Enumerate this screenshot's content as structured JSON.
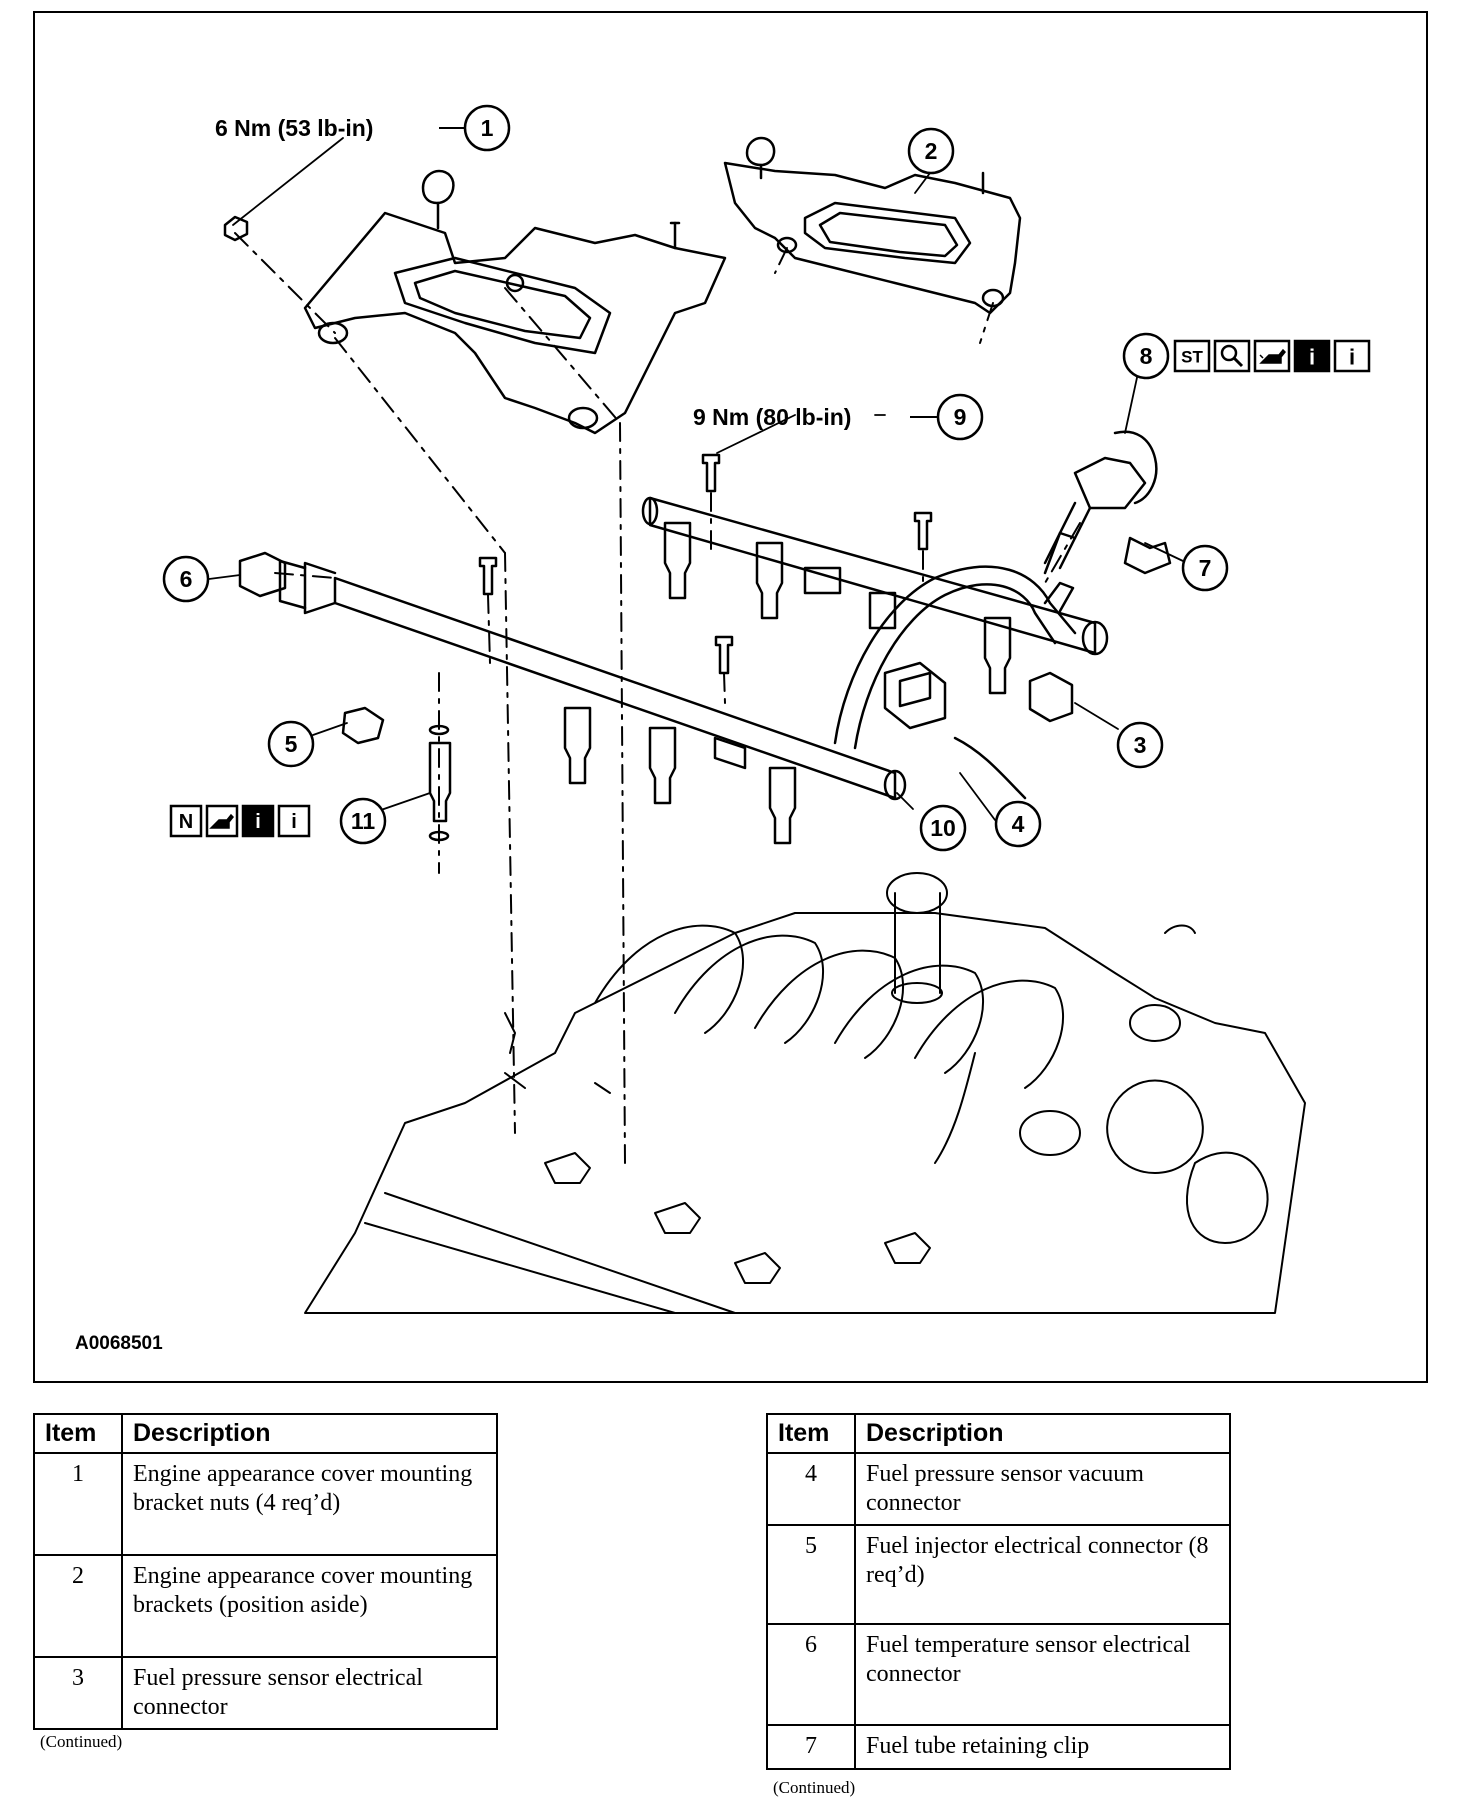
{
  "figure": {
    "id_label": "A0068501",
    "torque_1": "6 Nm (53 lb-in)",
    "torque_9": "9 Nm (80 lb-in)",
    "callouts": [
      "1",
      "2",
      "3",
      "4",
      "5",
      "6",
      "7",
      "8",
      "9",
      "10",
      "11"
    ],
    "icons_item8": [
      "ST",
      "magnifier-icon",
      "oil-can-icon",
      "info-solid-icon",
      "info-outline-icon"
    ],
    "icons_item11": [
      "N",
      "oil-can-icon",
      "info-solid-icon",
      "info-outline-icon"
    ],
    "icon_labels": {
      "st": "ST",
      "n": "N",
      "info": "i"
    }
  },
  "legend_left": {
    "headers": {
      "item": "Item",
      "description": "Description"
    },
    "rows": [
      {
        "item": "1",
        "description": "Engine appearance cover mounting bracket nuts (4 req’d)"
      },
      {
        "item": "2",
        "description": "Engine appearance cover mounting brackets (position aside)"
      },
      {
        "item": "3",
        "description": "Fuel pressure sensor electrical connector"
      }
    ],
    "continued": "(Continued)"
  },
  "legend_right": {
    "headers": {
      "item": "Item",
      "description": "Description"
    },
    "rows": [
      {
        "item": "4",
        "description": "Fuel pressure sensor vacuum connector"
      },
      {
        "item": "5",
        "description": "Fuel injector electrical connector (8 req’d)"
      },
      {
        "item": "6",
        "description": "Fuel temperature sensor electrical connector"
      },
      {
        "item": "7",
        "description": "Fuel tube retaining clip"
      }
    ],
    "continued": "(Continued)"
  }
}
